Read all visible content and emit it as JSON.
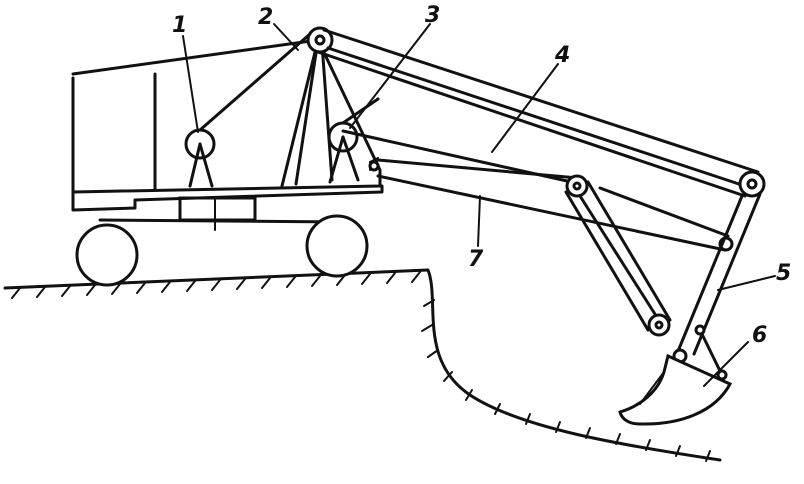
{
  "callouts": [
    {
      "id": "1",
      "text": "1"
    },
    {
      "id": "2",
      "text": "2"
    },
    {
      "id": "3",
      "text": "3"
    },
    {
      "id": "4",
      "text": "4"
    },
    {
      "id": "5",
      "text": "5"
    },
    {
      "id": "6",
      "text": "6"
    },
    {
      "id": "7",
      "text": "7"
    }
  ],
  "colors": {
    "ink": "#111111",
    "background": "#ffffff"
  }
}
